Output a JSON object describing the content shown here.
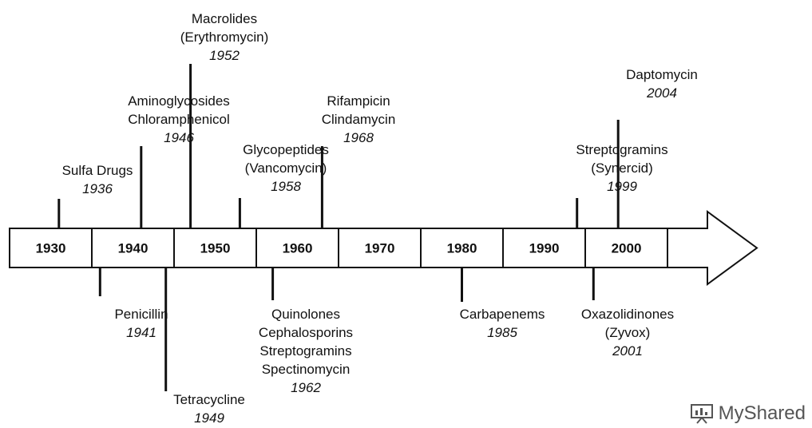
{
  "timeline": {
    "decades": [
      "1930",
      "1940",
      "1950",
      "1960",
      "1970",
      "1980",
      "1990",
      "2000"
    ],
    "events_above": [
      {
        "id": "sulfa",
        "lines": [
          "Sulfa Drugs"
        ],
        "year": "1936"
      },
      {
        "id": "aminoglycosides",
        "lines": [
          "Aminoglycosides",
          "Chloramphenicol"
        ],
        "year": "1946"
      },
      {
        "id": "macrolides",
        "lines": [
          "Macrolides",
          "(Erythromycin)"
        ],
        "year": "1952"
      },
      {
        "id": "glycopeptides",
        "lines": [
          "Glycopeptides",
          "(Vancomycin)"
        ],
        "year": "1958"
      },
      {
        "id": "rifampicin",
        "lines": [
          "Rifampicin",
          "Clindamycin"
        ],
        "year": "1968"
      },
      {
        "id": "streptogramins-synercid",
        "lines": [
          "Streptogramins",
          "(Synercid)"
        ],
        "year": "1999"
      },
      {
        "id": "daptomycin",
        "lines": [
          "Daptomycin"
        ],
        "year": "2004"
      }
    ],
    "events_below": [
      {
        "id": "penicillin",
        "lines": [
          "Penicillin"
        ],
        "year": "1941"
      },
      {
        "id": "tetracycline",
        "lines": [
          "Tetracycline"
        ],
        "year": "1949"
      },
      {
        "id": "quinolones",
        "lines": [
          "Quinolones",
          "Cephalosporins",
          "Streptogramins",
          "Spectinomycin"
        ],
        "year": "1962"
      },
      {
        "id": "carbapenems",
        "lines": [
          "Carbapenems"
        ],
        "year": "1985"
      },
      {
        "id": "oxazolidinones",
        "lines": [
          "Oxazolidinones",
          "(Zyvox)"
        ],
        "year": "2001"
      }
    ]
  },
  "watermark": {
    "text": "MyShared",
    "icon": "presentation-board-icon"
  }
}
